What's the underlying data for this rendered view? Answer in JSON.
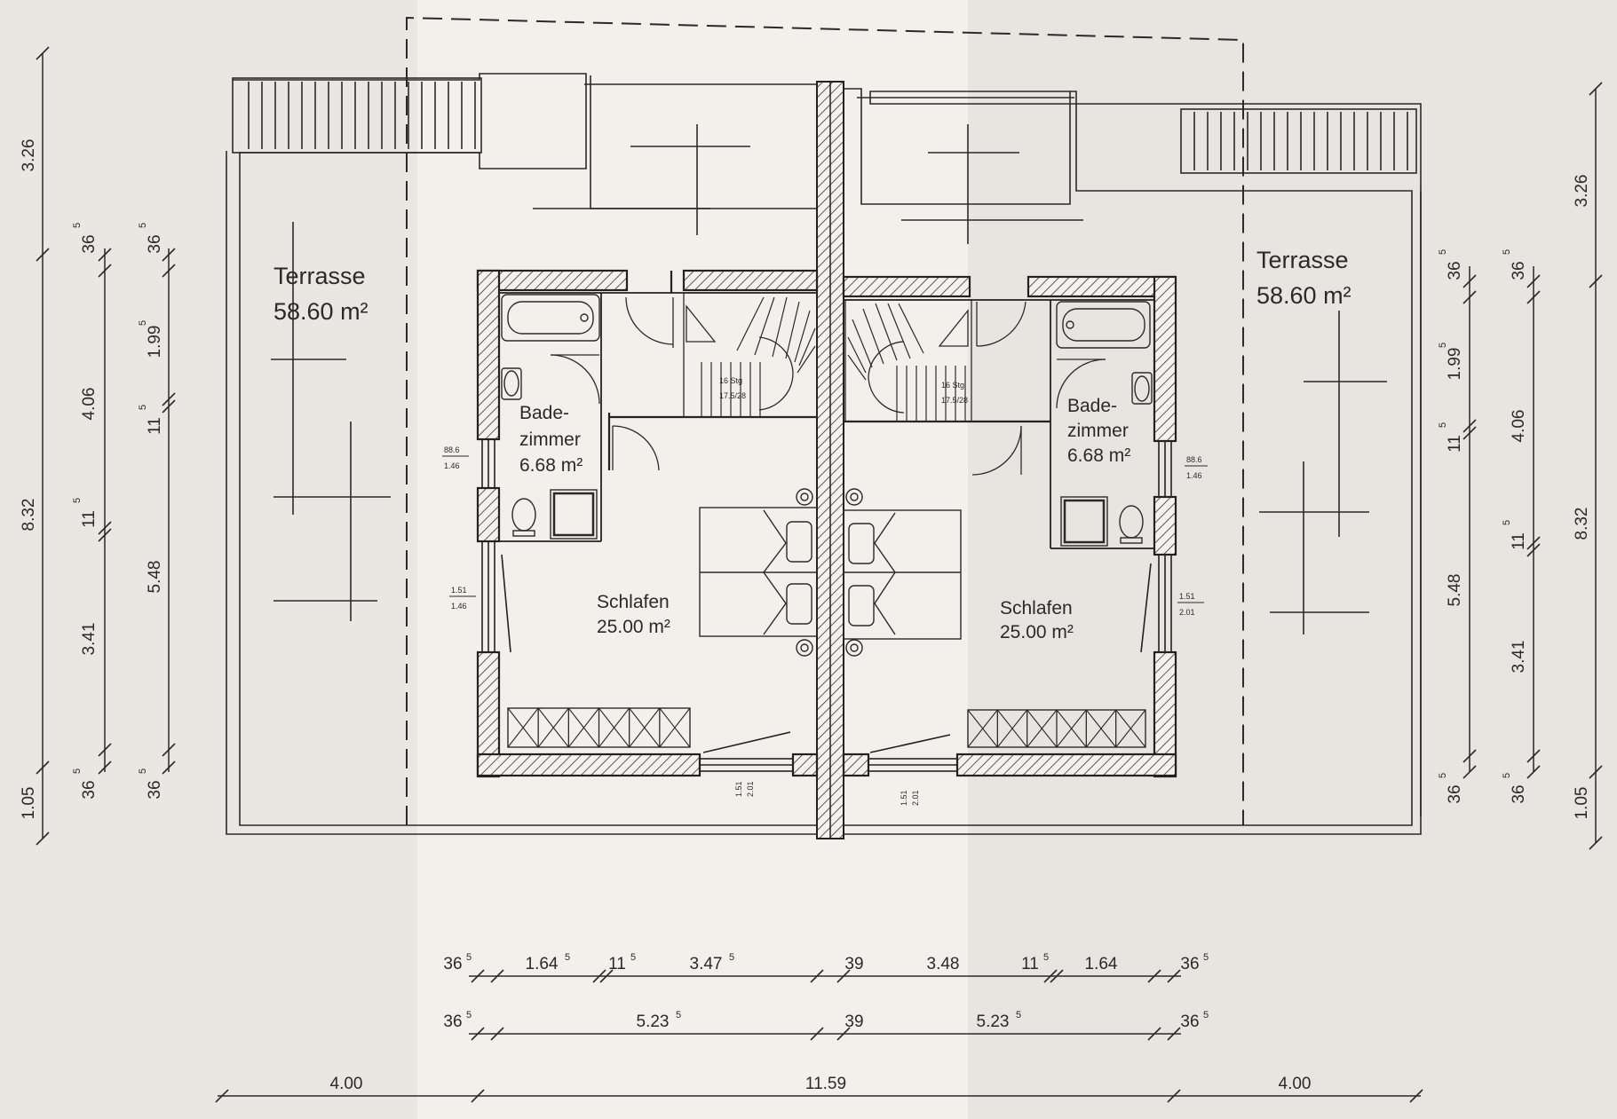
{
  "rooms": {
    "terrace_left": {
      "name": "Terrasse",
      "area": "58.60 m²"
    },
    "terrace_right": {
      "name": "Terrasse",
      "area": "58.60 m²"
    },
    "bath_left": {
      "line1": "Bade-",
      "line2": "zimmer",
      "area": "6.68 m²"
    },
    "bath_right": {
      "line1": "Bade-",
      "line2": "zimmer",
      "area": "6.68 m²"
    },
    "bed_left": {
      "name": "Schlafen",
      "area": "25.00 m²"
    },
    "bed_right": {
      "name": "Schlafen",
      "area": "25.00 m²"
    }
  },
  "stairs": {
    "left": {
      "line1": "16 Stg",
      "line2": "17.5/28"
    },
    "right": {
      "line1": "16 Stg",
      "line2": "17.5/28"
    }
  },
  "windows": {
    "left_bath": {
      "top": "88.6",
      "bottom": "1.46"
    },
    "left_bed": {
      "top": "1.51",
      "bottom": "1.46"
    },
    "right_bath": {
      "top": "88.6",
      "bottom": "1.46"
    },
    "right_bed": {
      "top": "1.51",
      "bottom": "2.01"
    },
    "bottom_left": {
      "top": "1.51",
      "bottom": "2.01"
    },
    "bottom_right": {
      "top": "1.51",
      "bottom": "2.01"
    }
  },
  "dims_left": {
    "outer": [
      "3.26",
      "8.32",
      "1.05"
    ],
    "mid": [
      "36",
      "4.06",
      "11",
      "3.41",
      "36"
    ],
    "inner": [
      "36",
      "1.99",
      "11",
      "5.48",
      "36"
    ],
    "sup": "5"
  },
  "dims_right": {
    "outer": [
      "3.26",
      "8.32",
      "1.05"
    ],
    "mid": [
      "36",
      "4.06",
      "11",
      "3.41",
      "36"
    ],
    "inner": [
      "36",
      "1.99",
      "11",
      "5.48",
      "36"
    ],
    "sup": "5"
  },
  "dims_bottom": {
    "row1": [
      "36",
      "1.64",
      "11",
      "3.47",
      "39",
      "3.48",
      "11",
      "1.64",
      "36"
    ],
    "row2": [
      "36",
      "5.23",
      "39",
      "5.23",
      "36"
    ],
    "row3": [
      "4.00",
      "11.59",
      "4.00"
    ],
    "sup": "5"
  }
}
